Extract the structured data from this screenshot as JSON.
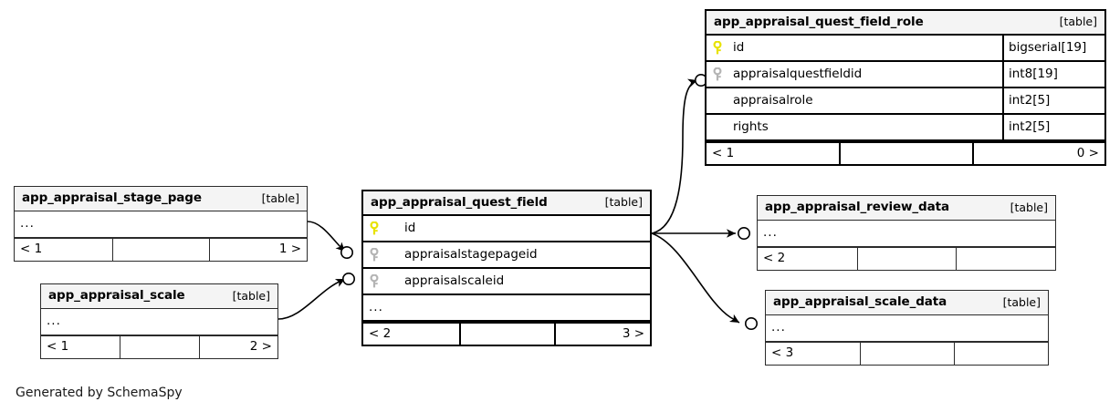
{
  "diagram": {
    "generator_note": "Generated by SchemaSpy",
    "table_tag": "[table]",
    "ellipsis": "...",
    "colors": {
      "primary_key": "#e8e200",
      "foreign_key": "#b4b4b4",
      "header_bg": "#f4f4f4",
      "border": "#2b2b2b",
      "edge": "#000000",
      "canvas_bg": "#ffffff"
    }
  },
  "tables": {
    "quest_field_role": {
      "name": "app_appraisal_quest_field_role",
      "tag": "[table]",
      "columns": [
        {
          "name": "id",
          "type": "bigserial[19]",
          "key": "primary"
        },
        {
          "name": "appraisalquestfieldid",
          "type": "int8[19]",
          "key": "foreign"
        },
        {
          "name": "appraisalrole",
          "type": "int2[5]",
          "key": "none"
        },
        {
          "name": "rights",
          "type": "int2[5]",
          "key": "none"
        }
      ],
      "footer": {
        "left": "< 1",
        "center": "",
        "right": "0 >"
      }
    },
    "quest_field": {
      "name": "app_appraisal_quest_field",
      "tag": "[table]",
      "columns": [
        {
          "name": "id",
          "type": "",
          "key": "primary"
        },
        {
          "name": "appraisalstagepageid",
          "type": "",
          "key": "foreign"
        },
        {
          "name": "appraisalscaleid",
          "type": "",
          "key": "foreign"
        }
      ],
      "ellipsis_row": "...",
      "footer": {
        "left": "< 2",
        "center": "",
        "right": "3 >"
      }
    },
    "stage_page": {
      "name": "app_appraisal_stage_page",
      "tag": "[table]",
      "ellipsis_row": "...",
      "footer": {
        "left": "< 1",
        "center": "",
        "right": "1 >"
      }
    },
    "scale": {
      "name": "app_appraisal_scale",
      "tag": "[table]",
      "ellipsis_row": "...",
      "footer": {
        "left": "< 1",
        "center": "",
        "right": "2 >"
      }
    },
    "review_data": {
      "name": "app_appraisal_review_data",
      "tag": "[table]",
      "ellipsis_row": "...",
      "footer": {
        "left": "< 2",
        "center": "",
        "right": ""
      }
    },
    "scale_data": {
      "name": "app_appraisal_scale_data",
      "tag": "[table]",
      "ellipsis_row": "...",
      "footer": {
        "left": "< 3",
        "center": "",
        "right": ""
      }
    }
  }
}
